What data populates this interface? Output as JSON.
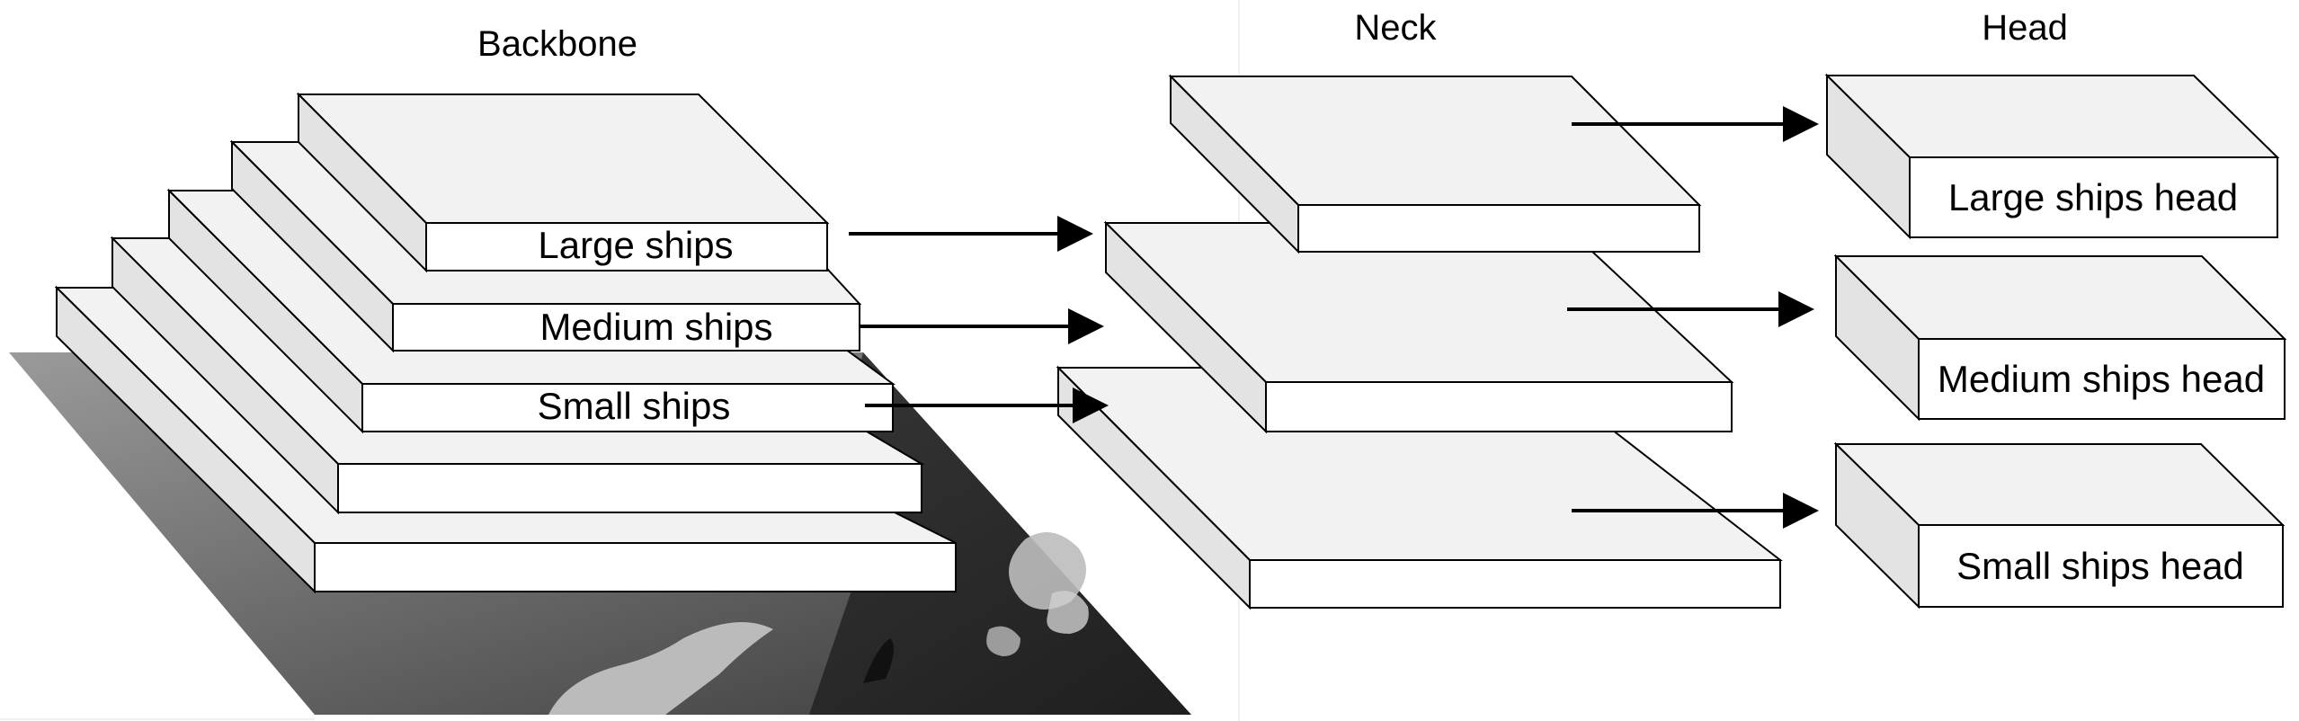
{
  "sections": {
    "backbone": "Backbone",
    "neck": "Neck",
    "head": "Head"
  },
  "backbone_layers": {
    "large": "Large ships",
    "medium": "Medium ships",
    "small": "Small ships"
  },
  "heads": {
    "large": "Large ships head",
    "medium": "Medium ships head",
    "small": "Small ships head"
  },
  "colors": {
    "slab_top": "#f2f2f2",
    "slab_side": "#e3e3e3",
    "slab_front": "#ffffff",
    "stroke": "#000000"
  }
}
